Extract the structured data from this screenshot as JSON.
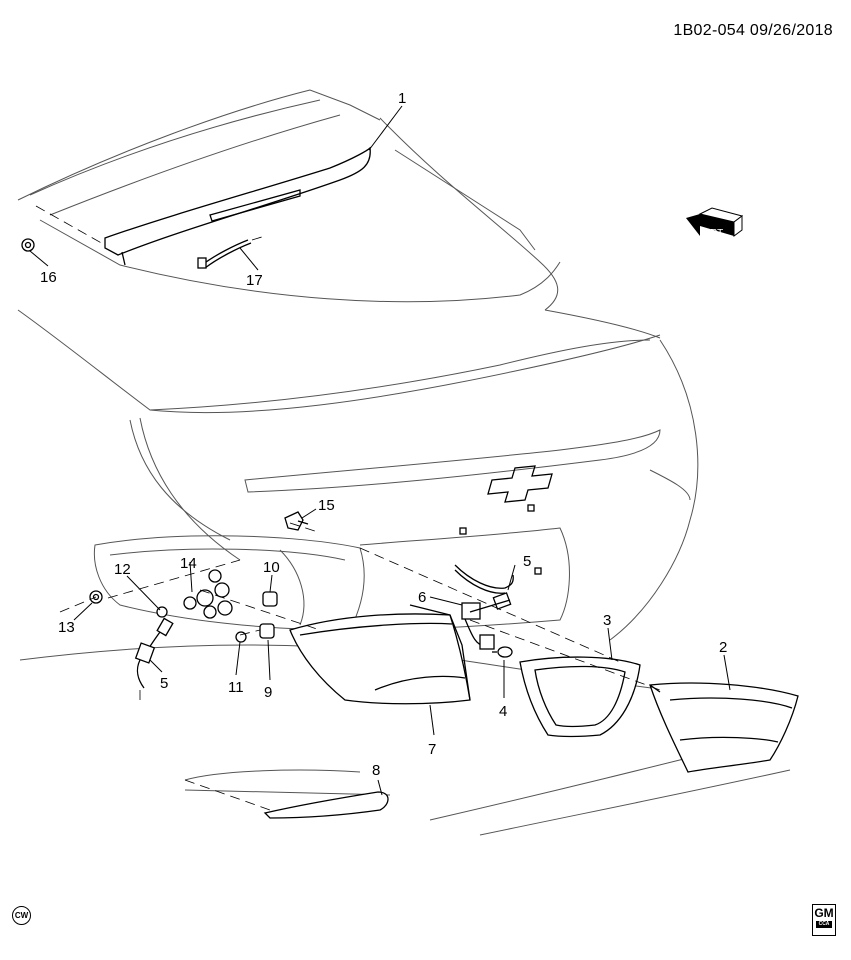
{
  "header": {
    "doc_id": "1B02-054  09/26/2018"
  },
  "direction_indicator": {
    "label": "FRT",
    "icon": "front-direction-arrow-icon"
  },
  "callouts": [
    {
      "id": "c1",
      "label": "1"
    },
    {
      "id": "c2",
      "label": "2"
    },
    {
      "id": "c3",
      "label": "3"
    },
    {
      "id": "c4",
      "label": "4"
    },
    {
      "id": "c5a",
      "label": "5"
    },
    {
      "id": "c5b",
      "label": "5"
    },
    {
      "id": "c6",
      "label": "6"
    },
    {
      "id": "c7",
      "label": "7"
    },
    {
      "id": "c8",
      "label": "8"
    },
    {
      "id": "c9",
      "label": "9"
    },
    {
      "id": "c10",
      "label": "10"
    },
    {
      "id": "c11",
      "label": "11"
    },
    {
      "id": "c12",
      "label": "12"
    },
    {
      "id": "c13",
      "label": "13"
    },
    {
      "id": "c14",
      "label": "14"
    },
    {
      "id": "c15",
      "label": "15"
    },
    {
      "id": "c16",
      "label": "16"
    },
    {
      "id": "c17",
      "label": "17"
    }
  ],
  "footer": {
    "cw_badge": "CW",
    "logo_text": "GM",
    "logo_sub": "CCA"
  }
}
